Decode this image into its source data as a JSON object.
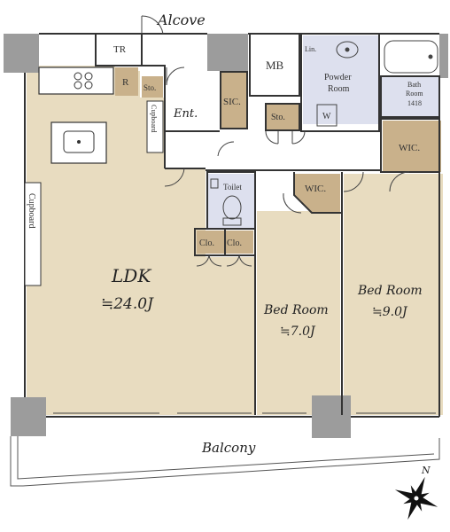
{
  "rooms": {
    "alcove": "Alcove",
    "tr": "TR",
    "mb": "MB",
    "lin": "Lin.",
    "powder_room": [
      "Powder",
      "Room"
    ],
    "bath_room": [
      "Bath",
      "Room",
      "1418"
    ],
    "r": "R",
    "sto_entry": "Sto.",
    "sic": "SIC.",
    "sto_hall": "Sto.",
    "w": "W",
    "ent": "Ent.",
    "cupboard_upper": "Cupboard",
    "cupboard_left": "Cupboard",
    "wic_right": "WIC.",
    "toilet": "Toilet",
    "wic_mid": "WIC.",
    "clo_1": "Clo.",
    "clo_2": "Clo.",
    "ldk": "LDK",
    "ldk_size": "≒24.0J",
    "bed_room_1": "Bed Room",
    "bed_room_1_size": "≒7.0J",
    "bed_room_2": "Bed Room",
    "bed_room_2_size": "≒9.0J",
    "balcony": "Balcony"
  },
  "compass": {
    "north": "N"
  },
  "colors": {
    "floor": "#e8dcc0",
    "storage": "#c9b18b",
    "wet_area": "#dde0ee",
    "pillar": "#9c9c9c",
    "wall": "#333333"
  }
}
